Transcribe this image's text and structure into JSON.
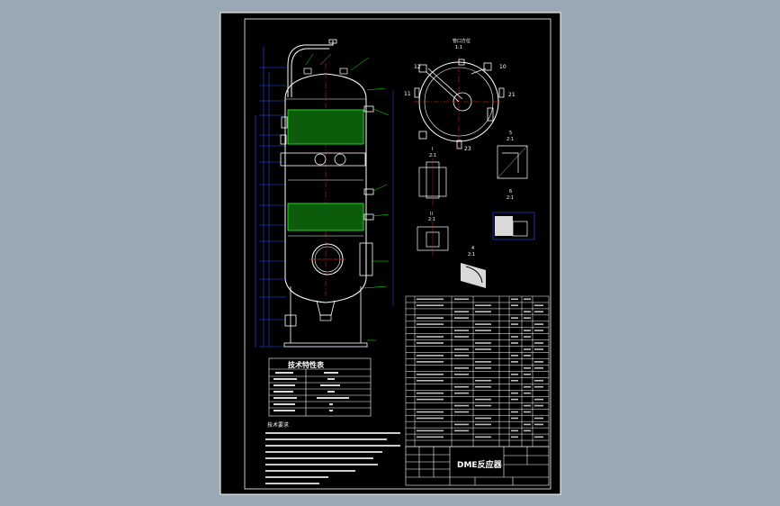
{
  "colors": {
    "background": "#9aa8b6",
    "sheet": "#000000",
    "line": "#ffffff",
    "packing": "#1fd21f",
    "dimension": "#2a52ff",
    "centerline": "#ff2a2a",
    "leader": "#00ff00"
  },
  "drawing": {
    "title_block_name": "DME反应器",
    "table_title": "技术特性表",
    "notes_heading": "技术要求",
    "top_view_label": "管口方位",
    "top_view_scale": "1:1",
    "nozzle_labels": [
      "12",
      "10",
      "11",
      "21",
      "23"
    ],
    "detail_i_label": "I",
    "detail_i_scale": "2:1",
    "detail_ii_label": "II",
    "detail_ii_scale": "2:1",
    "detail_4_label": "4",
    "detail_4_scale": "2:1",
    "detail_5_label": "5",
    "detail_5_scale": "2:1",
    "detail_6_label": "6",
    "detail_6_scale": "2:1"
  }
}
